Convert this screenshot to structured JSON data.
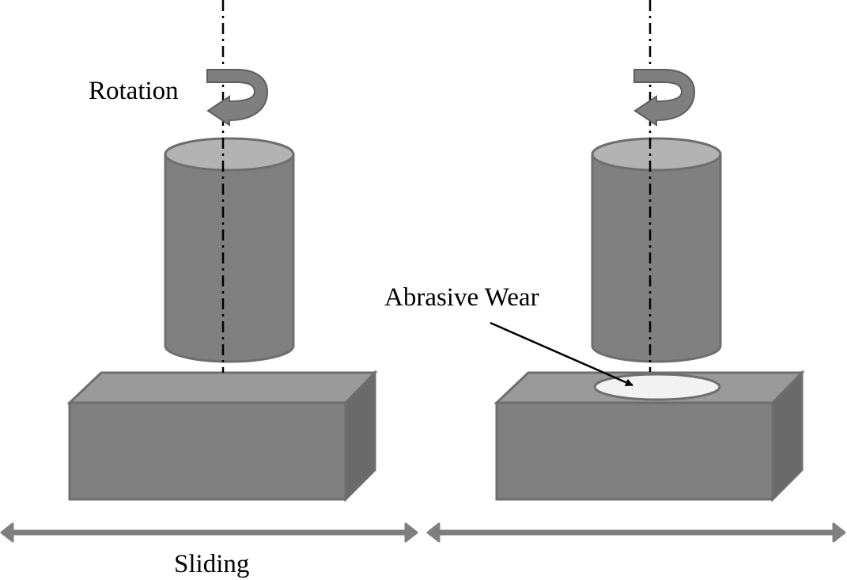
{
  "labels": {
    "rotation": "Rotation",
    "abrasive_wear": "Abrasive Wear",
    "sliding": "Sliding"
  },
  "colors": {
    "body": "#808080",
    "top_face": "#9a9a9a",
    "side_face": "#6a6a6a",
    "cylinder_top": "#b3b3b3",
    "wear_spot": "#f2f2f2",
    "axis_line": "#000000",
    "arrow": "#7f7f7f"
  }
}
